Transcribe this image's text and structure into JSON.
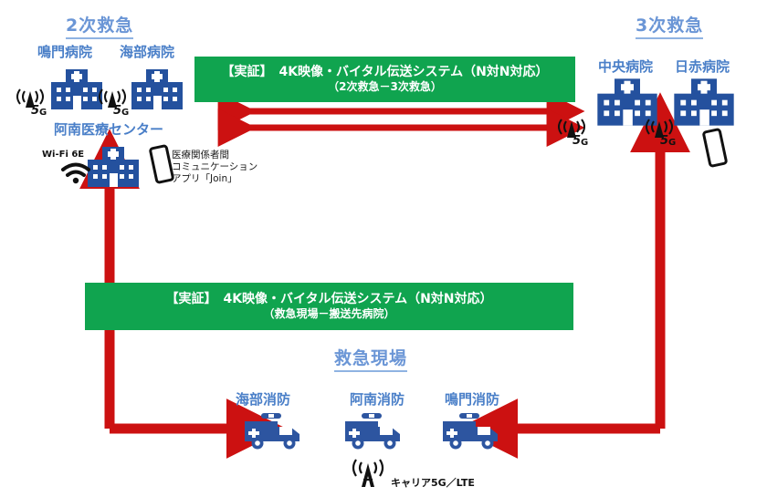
{
  "diagram": {
    "title_left": "2次救急",
    "title_right": "3次救急",
    "title_bottom": "救急現場"
  },
  "colors": {
    "green_banner": "#10a44f",
    "red_arrow": "#cc1111",
    "hospital_blue": "#24519e",
    "ambulance_blue": "#2d55a0",
    "heading_blue": "#6b96d6",
    "label_blue": "#4a7fc8"
  },
  "secondary_emergency": {
    "heading": "2次救急",
    "hospitals": [
      {
        "name": "鳴門病院",
        "radio": "5G"
      },
      {
        "name": "海部病院",
        "radio": "5G"
      },
      {
        "name": "阿南医療センター",
        "radio": "Wi-Fi 6E"
      }
    ],
    "app_note": {
      "line1": "医療関係者間",
      "line2": "コミュニケーション",
      "line3": "アプリ「Join」"
    },
    "wifi_label": "Wi-Fi 6E"
  },
  "tertiary_emergency": {
    "heading": "3次救急",
    "hospitals": [
      {
        "name": "中央病院",
        "radio": "5G"
      },
      {
        "name": "日赤病院",
        "radio": "5G"
      }
    ]
  },
  "emergency_site": {
    "heading": "救急現場",
    "stations": [
      {
        "name": "海部消防"
      },
      {
        "name": "阿南消防"
      },
      {
        "name": "鳴門消防"
      }
    ],
    "carrier_label": "キャリア5G／LTE"
  },
  "banners": {
    "top": {
      "line1": "【実証】　4K映像・バイタル伝送システム（N対N対応）",
      "line2": "（2次救急－3次救急）"
    },
    "middle": {
      "line1": "【実証】　4K映像・バイタル伝送システム（N対N対応）",
      "line2": "（救急現場－搬送先病院）"
    }
  },
  "radio_icons": {
    "five_g": "5G",
    "antenna": "antenna-icon"
  }
}
